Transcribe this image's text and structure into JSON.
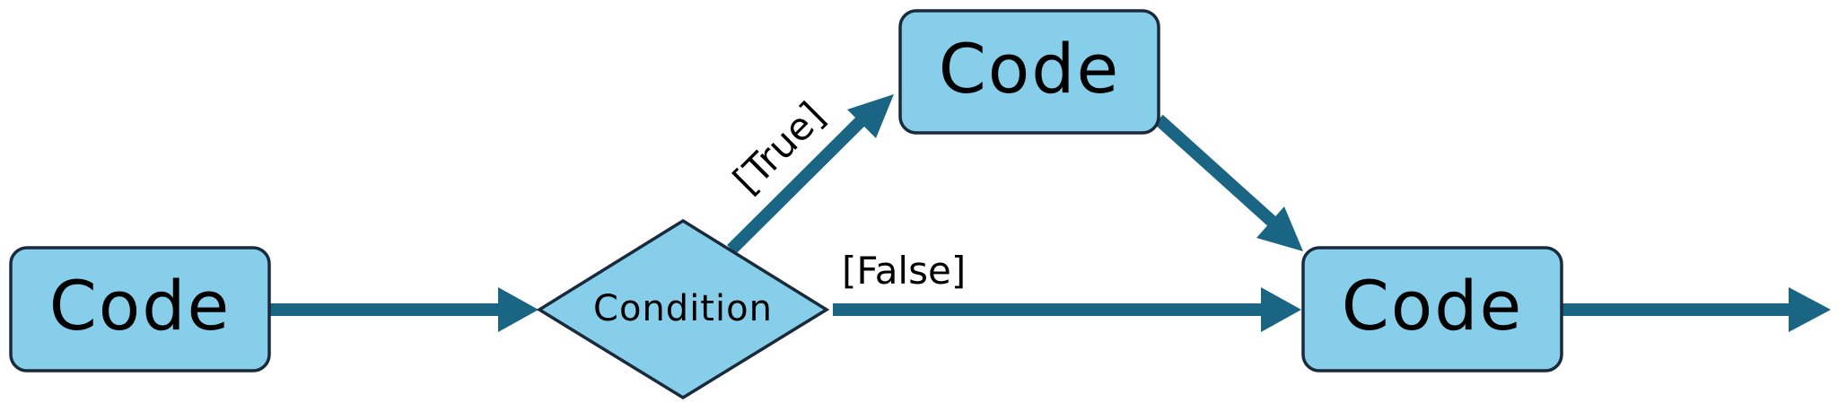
{
  "colors": {
    "node_fill": "#87ceeb",
    "node_stroke": "#1a2a3a",
    "edge": "#1b6584",
    "text": "#000000"
  },
  "nodes": {
    "code_start": {
      "label": "Code"
    },
    "condition": {
      "label": "Condition"
    },
    "code_true": {
      "label": "Code"
    },
    "code_end": {
      "label": "Code"
    }
  },
  "edges": {
    "true_label": "[True]",
    "false_label": "[False]"
  }
}
